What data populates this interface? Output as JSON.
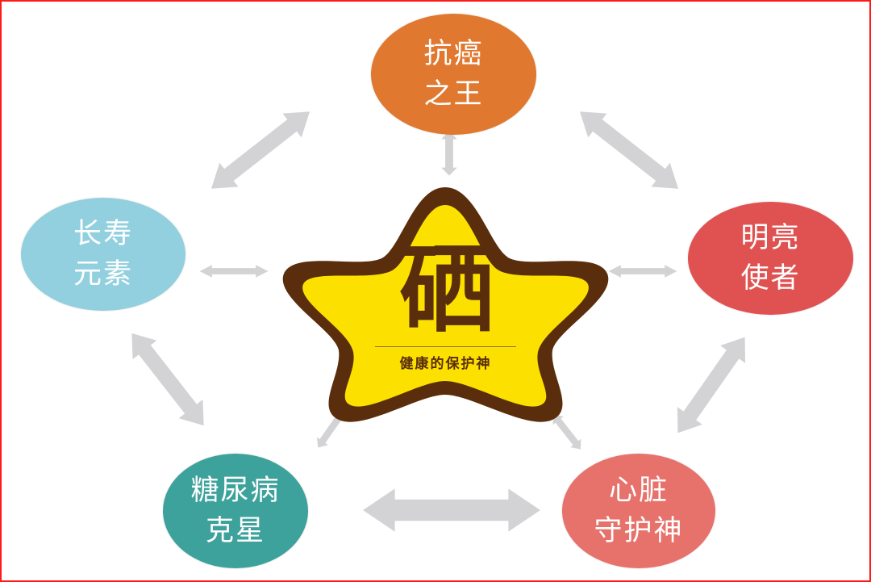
{
  "diagram": {
    "center": {
      "title": "硒",
      "subtitle": "健康的保护神",
      "colors": {
        "fill": "#fce100",
        "border": "#5a2e0c",
        "text": "#5a2e0c"
      }
    },
    "nodes": [
      {
        "id": "top",
        "lines": [
          "抗癌",
          "之王"
        ],
        "color": "#e0782f"
      },
      {
        "id": "left",
        "lines": [
          "长寿",
          "元素"
        ],
        "color": "#92d0df"
      },
      {
        "id": "right",
        "lines": [
          "明亮",
          "使者"
        ],
        "color": "#e05252"
      },
      {
        "id": "bottom-left",
        "lines": [
          "糖尿病",
          "克星"
        ],
        "color": "#3ea29c"
      },
      {
        "id": "bottom-right",
        "lines": [
          "心脏",
          "守护神"
        ],
        "color": "#e7716b"
      }
    ],
    "arrow_color": "#d3d3d6",
    "frame_color": "#ff1a1a"
  }
}
